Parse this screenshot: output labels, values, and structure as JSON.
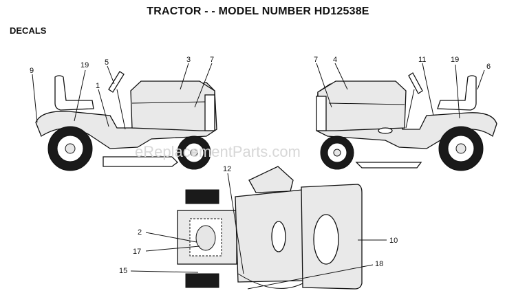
{
  "title": "TRACTOR - - MODEL NUMBER HD12538E",
  "section": "DECALS",
  "watermark": "eReplacementParts.com",
  "callouts": {
    "c9": "9",
    "c19a": "19",
    "c5": "5",
    "c1": "1",
    "c3": "3",
    "c7a": "7",
    "c7b": "7",
    "c4": "4",
    "c11": "11",
    "c19b": "19",
    "c6": "6",
    "c12": "12",
    "c2": "2",
    "c17": "17",
    "c10": "10",
    "c15": "15",
    "c18": "18"
  }
}
